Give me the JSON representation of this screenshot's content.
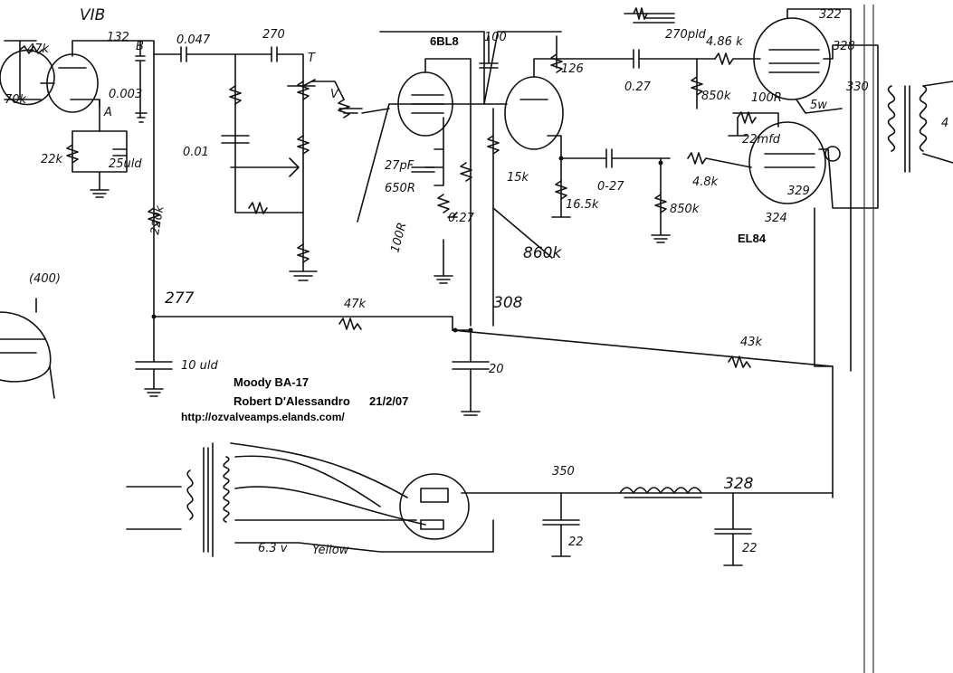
{
  "labels": {
    "tube_v1b": "VIB",
    "tube_6bl8": "6BL8",
    "tube_el84": "EL84",
    "v_132": "132",
    "pin_b": "B",
    "r_47k_in": "47k",
    "r_70k": "70k",
    "pin_a": "A",
    "c_0047": "0.047",
    "c_270": "270",
    "c_0003": "0.003",
    "pot_t": "T",
    "pot_v": "V",
    "c_001": "0.01",
    "r_22k": "22k",
    "c_25": "25uld",
    "r_220k": "220k",
    "v_277": "277",
    "r_47k_mid": "47k",
    "c_10": "10 uld",
    "c_27pf": "27pF",
    "r_650": "650R",
    "r_100": "100R",
    "c_027_small": "0.27",
    "v_100": "100",
    "v_126": "126",
    "c_027_a": "0.27",
    "r_15k": "15k",
    "r_165k": "16.5k",
    "r_860k": "860k",
    "v_308": "308",
    "c_027_b": "0-27",
    "r_48k_a": "4.86 k",
    "r_850k_a": "850k",
    "r_48k_b": "4.8k",
    "r_850k_b": "850k",
    "c_270pf": "270pld",
    "v_322": "322",
    "v_328_top": "328",
    "r_100r": "100R",
    "c_22": "22mfd",
    "r_5w": "5w",
    "v_330": "330",
    "v_329": "329",
    "v_324": "324",
    "r_43k": "43k",
    "c_20": "20",
    "v_350": "350",
    "v_328_bot": "328",
    "c_22a": "22",
    "c_22b": "22",
    "heater": "6.3 v",
    "yellow": "Yellow",
    "v_400": "(400)",
    "out_4": "4"
  },
  "caption": {
    "title": "Moody BA-17",
    "author": "Robert D'Alessandro",
    "date": "21/2/07",
    "url": "http://ozvalveamps.elands.com/"
  }
}
